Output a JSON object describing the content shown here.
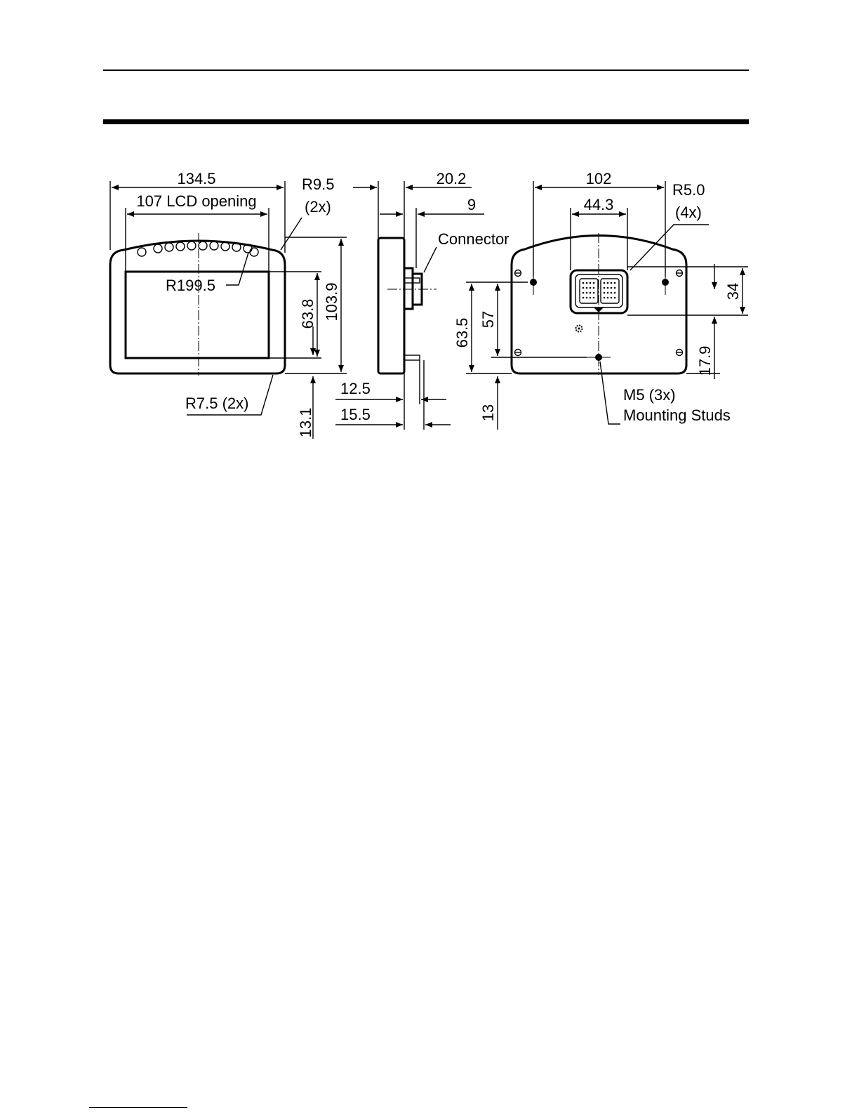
{
  "front_view": {
    "overall_width": "134.5",
    "lcd_opening": "107 LCD opening",
    "corner_radius_top": "R9.5",
    "corner_radius_top_qty": "(2x)",
    "top_arc_radius": "R199.5",
    "corner_radius_bottom": "R7.5 (2x)",
    "lcd_height": "63.8",
    "overall_height": "103.9",
    "lcd_bottom_offset": "13.1"
  },
  "side_view": {
    "overall_depth": "20.2",
    "connector_depth": "9",
    "connector_label": "Connector",
    "stud_length_short": "12.5",
    "stud_length_long": "15.5"
  },
  "rear_view": {
    "stud_spacing": "102",
    "connector_width": "44.3",
    "corner_radius": "R5.0",
    "corner_radius_qty": "(4x)",
    "connector_height": "34",
    "connector_bottom_offset": "17.9",
    "top_stud_height": "63.5",
    "stud_vertical_spacing": "57",
    "bottom_stud_offset": "13",
    "stud_label_line1": "M5 (3x)",
    "stud_label_line2": "Mounting Studs"
  }
}
